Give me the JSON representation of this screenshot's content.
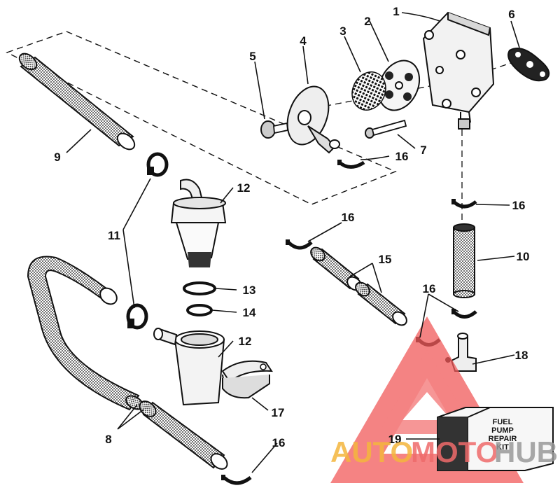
{
  "callouts": {
    "c1": "1",
    "c2": "2",
    "c3": "3",
    "c4": "4",
    "c5": "5",
    "c6": "6",
    "c7": "7",
    "c8": "8",
    "c9": "9",
    "c10": "10",
    "c11": "11",
    "c12a": "12",
    "c12b": "12",
    "c13": "13",
    "c14": "14",
    "c15": "15",
    "c16a": "16",
    "c16b": "16",
    "c16c": "16",
    "c16d": "16",
    "c16e": "16",
    "c17": "17",
    "c18": "18",
    "c19": "19"
  },
  "kit_box": {
    "line1": "FUEL",
    "line2": "PUMP",
    "line3": "REPAIR",
    "line4": "KIT"
  },
  "watermark": {
    "part1": "AUTO",
    "part2": "MOTO",
    "part3": "HUB",
    "colors": {
      "auto": "#f4b63d",
      "moto": "#ef6b6b",
      "hub": "#9a9a9a",
      "triangle": "#f15a5a"
    }
  }
}
